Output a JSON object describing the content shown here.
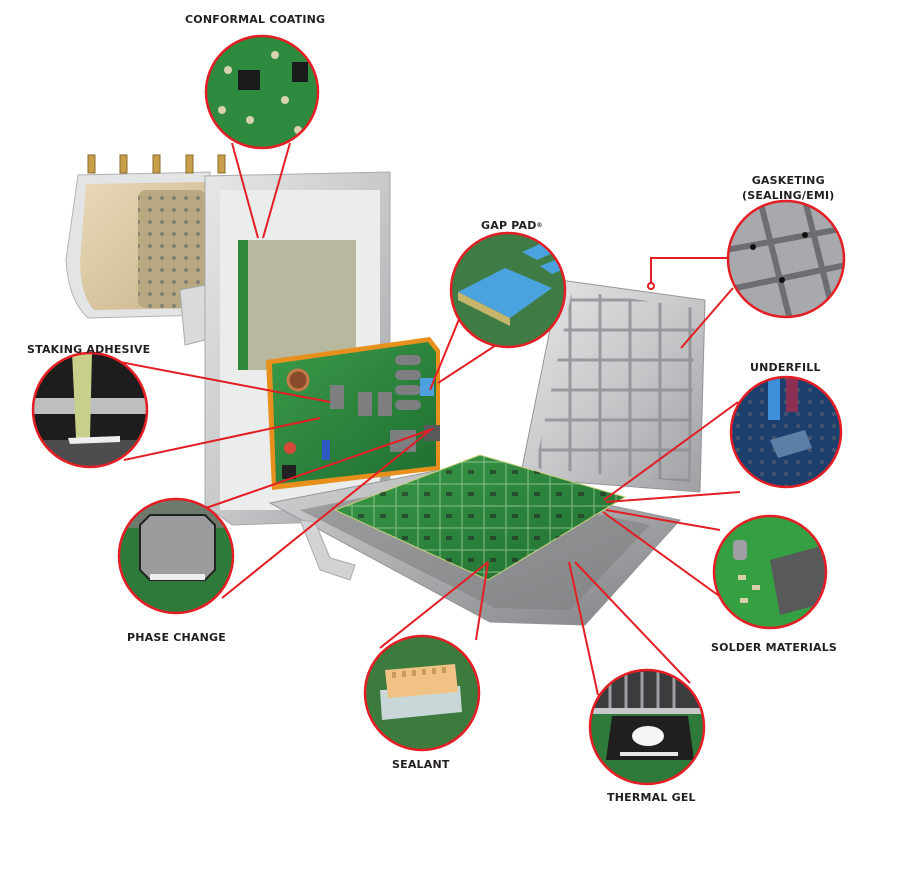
{
  "diagram": {
    "title": "Exploded electronics enclosure with material application callouts",
    "accent_color": "#e31e24",
    "label_color": "#231f20",
    "callouts": [
      {
        "id": "conformal-coating",
        "label": "CONFORMAL COATING"
      },
      {
        "id": "gap-pad",
        "label": "GAP PAD",
        "mark": "®"
      },
      {
        "id": "gasketing",
        "label_line1": "GASKETING",
        "label_line2": "(SEALING/EMI)"
      },
      {
        "id": "staking-adhesive",
        "label": "STAKING ADHESIVE"
      },
      {
        "id": "underfill",
        "label": "UNDERFILL"
      },
      {
        "id": "phase-change",
        "label": "PHASE CHANGE"
      },
      {
        "id": "solder-materials",
        "label": "SOLDER MATERIALS"
      },
      {
        "id": "sealant",
        "label": "SEALANT"
      },
      {
        "id": "thermal-gel",
        "label": "THERMAL GEL"
      }
    ]
  }
}
